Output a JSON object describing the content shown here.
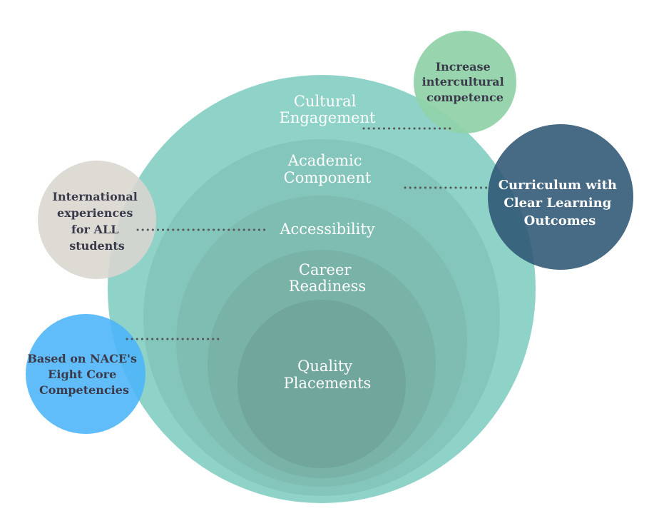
{
  "rings": [
    {
      "lines": [
        "Cultural",
        "Engagement"
      ]
    },
    {
      "lines": [
        "Academic",
        "Component"
      ]
    },
    {
      "lines": [
        "Accessibility"
      ]
    },
    {
      "lines": [
        "Career",
        "Readiness"
      ]
    },
    {
      "lines": [
        "Quality",
        "Placements"
      ]
    }
  ],
  "bubbles": {
    "intercultural": {
      "lines": [
        "Increase",
        "intercultural",
        "competence"
      ],
      "color": "#8fd1a8"
    },
    "curriculum": {
      "lines": [
        "Curriculum with",
        "Clear Learning",
        "Outcomes"
      ],
      "color": "#2d5574"
    },
    "international": {
      "lines": [
        "International",
        "experiences",
        "for ALL",
        "students"
      ],
      "color": "#dad6cf"
    },
    "nace": {
      "lines": [
        "Based on NACE's",
        "Eight Core",
        "Competencies"
      ],
      "color": "#4bb4f8"
    }
  },
  "colors": {
    "ring_outer": "#8fd3c8",
    "ring_text": "#ffffff",
    "dark_text": "#3a3a4a",
    "dots": "#555555"
  }
}
